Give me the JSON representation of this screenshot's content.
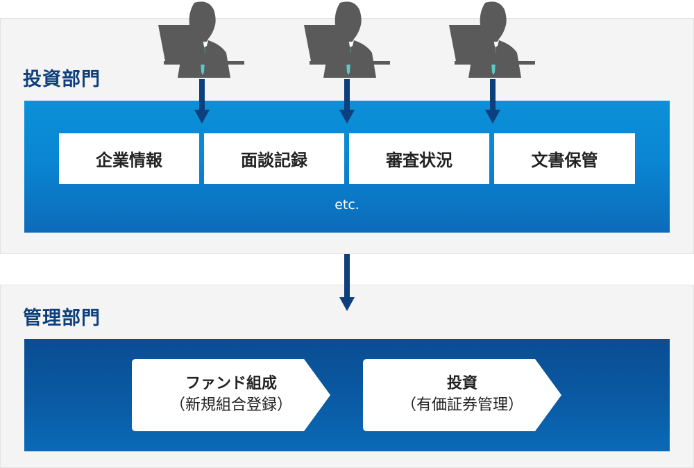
{
  "invest_department": {
    "title": "投資部門",
    "items": [
      "企業情報",
      "面談記録",
      "審査状況",
      "文書保管"
    ],
    "etc": "etc."
  },
  "management_department": {
    "title": "管理部門",
    "steps": [
      {
        "main": "ファンド組成",
        "sub": "（新規組合登録）"
      },
      {
        "main": "投資",
        "sub": "（有価証券管理）"
      }
    ]
  },
  "colors": {
    "section_bg": "#f4f4f4",
    "title": "#0d3f7c",
    "invest_panel": "#0c8ad4",
    "mgmt_panel": "#0a4d93",
    "arrow": "#0d3f7c",
    "person_body": "#5a5a5a",
    "tie": "#5fc7c9"
  },
  "icons": [
    "person-with-laptop-icon",
    "down-arrow-icon",
    "chevron-box"
  ]
}
